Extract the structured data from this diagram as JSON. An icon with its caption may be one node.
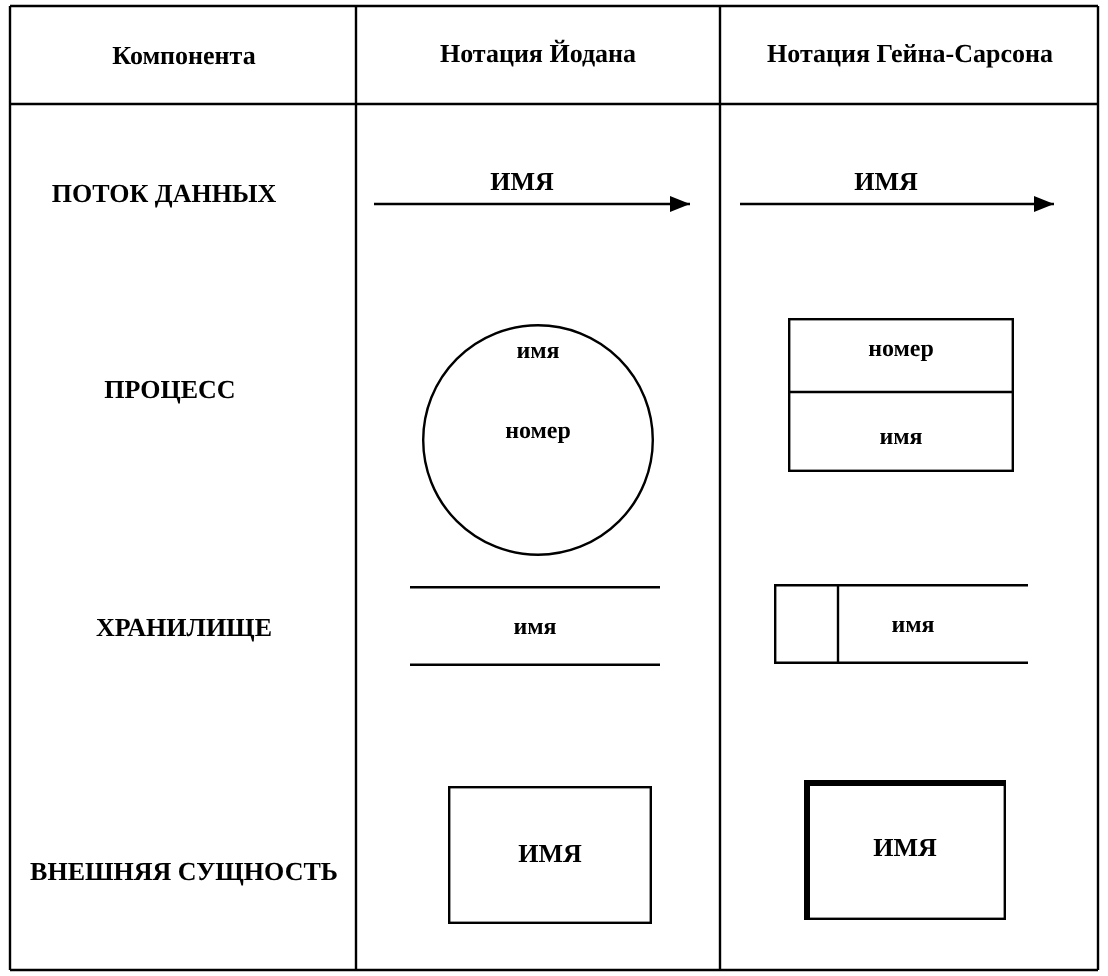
{
  "diagram": {
    "nodes": [
      {
        "text": [
          "имя",
          "номер"
        ]
      },
      {
        "text": [
          "номер",
          "имя"
        ]
      },
      {
        "text": [
          "имя"
        ]
      },
      {
        "text": [
          "имя"
        ]
      },
      {
        "text": [
          "ИМЯ"
        ]
      },
      {
        "text": [
          "ИМЯ"
        ]
      }
    ],
    "labels": [
      "Компонента",
      "Нотация Йодана",
      "Нотация Гейна-Сарсона",
      "ПОТОК ДАННЫХ",
      "ИМЯ",
      "ИМЯ",
      "ПРОЦЕСС",
      "ХРАНИЛИЩЕ",
      "ВНЕШНЯЯ СУЩНОСТЬ"
    ]
  }
}
